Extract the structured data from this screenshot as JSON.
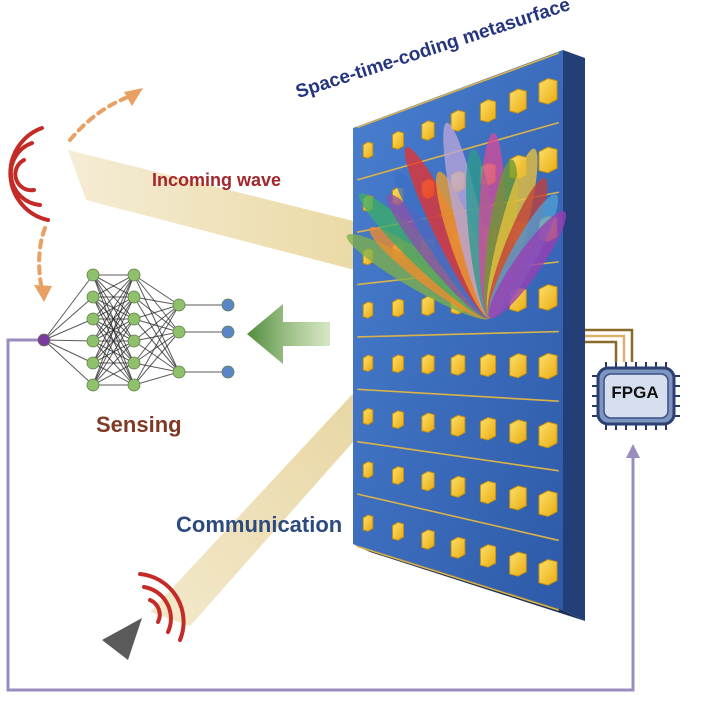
{
  "labels": {
    "title": "Space-time-coding metasurface",
    "incoming": "Incoming wave",
    "sensing": "Sensing",
    "communication": "Communication",
    "fpga": "FPGA"
  },
  "colors": {
    "panel": "#3c6ec1",
    "cell": "#f5c21b",
    "title": "#25357e",
    "incoming": "#a5262b",
    "sensing": "#7e3a24",
    "communication": "#2d4a7e",
    "feedback": "#9a8cbd",
    "wave_arc": "#c42a26",
    "beam": "#ecdca4",
    "neuron": "#8fc06a",
    "output_neuron": "#5a86c9",
    "input_neuron": "#7a3aa0"
  },
  "icons": [
    "wave-arc-icon",
    "triangle-antenna-icon",
    "chip-icon",
    "arrow-icon",
    "neural-network-icon"
  ],
  "metasurface": {
    "rows": 8,
    "columns": 7
  },
  "beam_colors": [
    "#7fb04a",
    "#ef8c2c",
    "#3cad68",
    "#8e51a8",
    "#3e6fc4",
    "#e5322f",
    "#ec9f2e",
    "#b8a5db",
    "#2b9a8c",
    "#d34a9a",
    "#6d9a2f",
    "#eac23a",
    "#c23f3a",
    "#4f9fd5",
    "#9b3eb3"
  ]
}
